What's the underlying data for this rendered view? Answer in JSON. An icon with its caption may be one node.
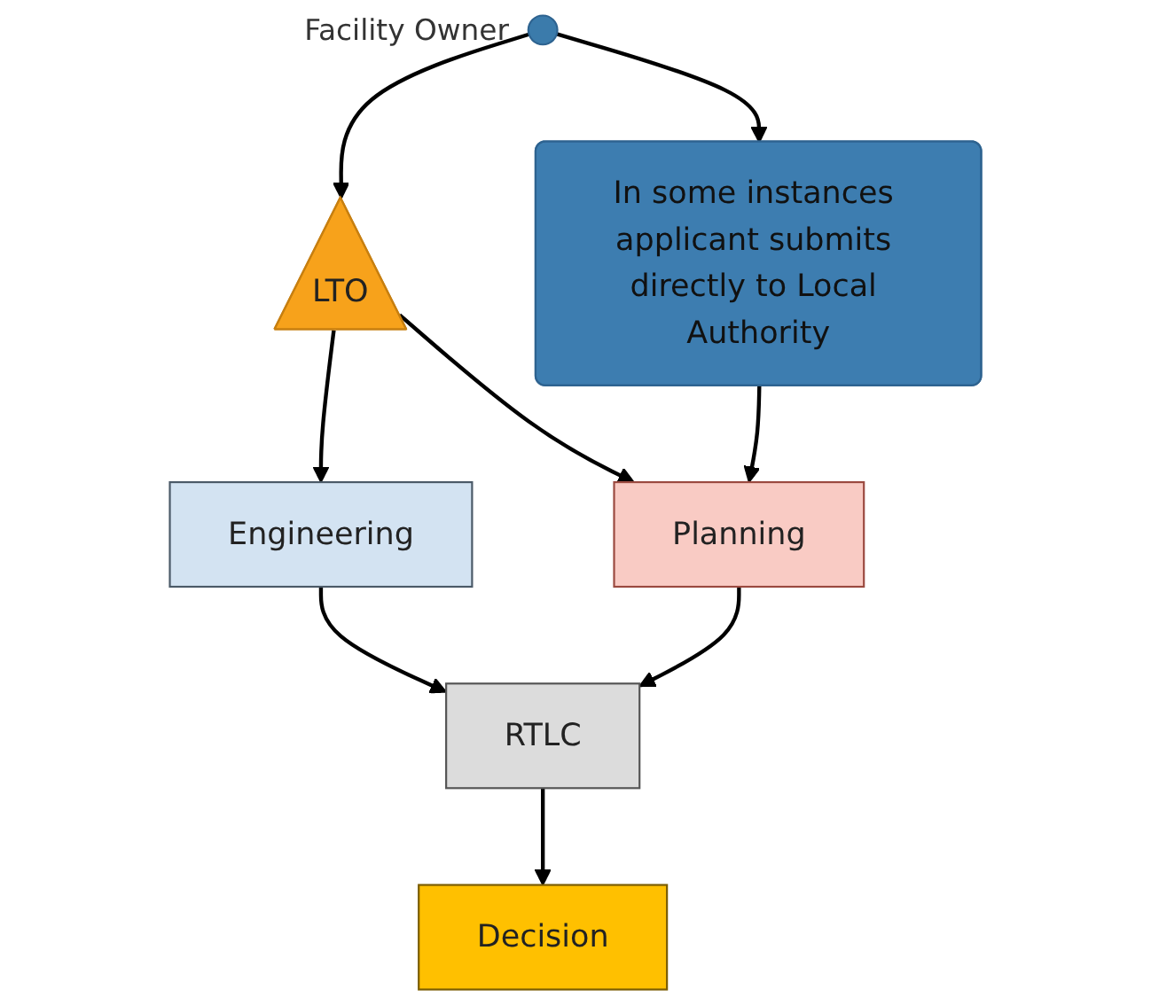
{
  "diagram": {
    "nodes": [
      {
        "text": [],
        "shape": "circle",
        "beside": [
          "Facility Owner"
        ]
      },
      {
        "text": [
          "LTO"
        ]
      },
      {
        "text": [
          "In some instances applicant submits directly to Local Authority"
        ]
      },
      {
        "text": [
          "Engineering"
        ]
      },
      {
        "text": [
          "Planning"
        ]
      },
      {
        "text": [
          "RTLC"
        ]
      },
      {
        "text": [
          "Decision"
        ]
      }
    ],
    "edges": [
      {
        "from": 0,
        "to": 1,
        "arrow": "to"
      },
      {
        "from": 0,
        "to": 2,
        "arrow": "to"
      },
      {
        "from": 1,
        "to": 3,
        "arrow": "to"
      },
      {
        "from": 1,
        "to": 4,
        "arrow": "to"
      },
      {
        "from": 2,
        "to": 4,
        "arrow": "to"
      },
      {
        "from": 3,
        "to": 5,
        "arrow": "to"
      },
      {
        "from": 4,
        "to": 5,
        "arrow": "to"
      },
      {
        "from": 5,
        "to": 6,
        "arrow": "to"
      }
    ]
  }
}
